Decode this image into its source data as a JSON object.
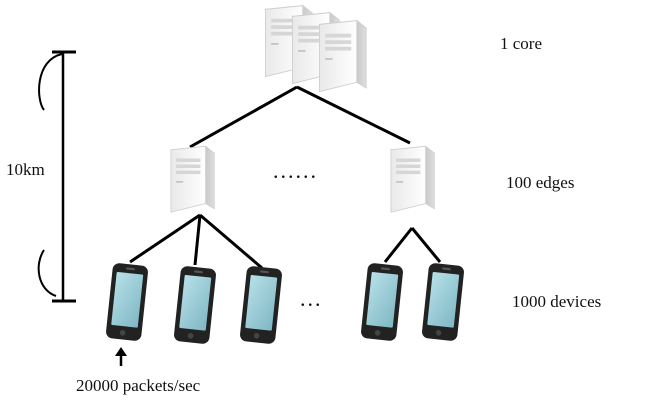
{
  "tiers": {
    "core_label": "1 core",
    "edges_label": "100 edges",
    "devices_label": "1000 devices"
  },
  "distance": {
    "label": "10km"
  },
  "rate": {
    "label": "20000 packets/sec"
  },
  "ellipsis": {
    "edges": "......",
    "devices": "..."
  },
  "colors": {
    "line": "#000000",
    "server_light": "#f2f2f2",
    "server_dark": "#cfcfcf",
    "phone_body": "#2a2a2a",
    "phone_screen": "#9ecfd9"
  }
}
